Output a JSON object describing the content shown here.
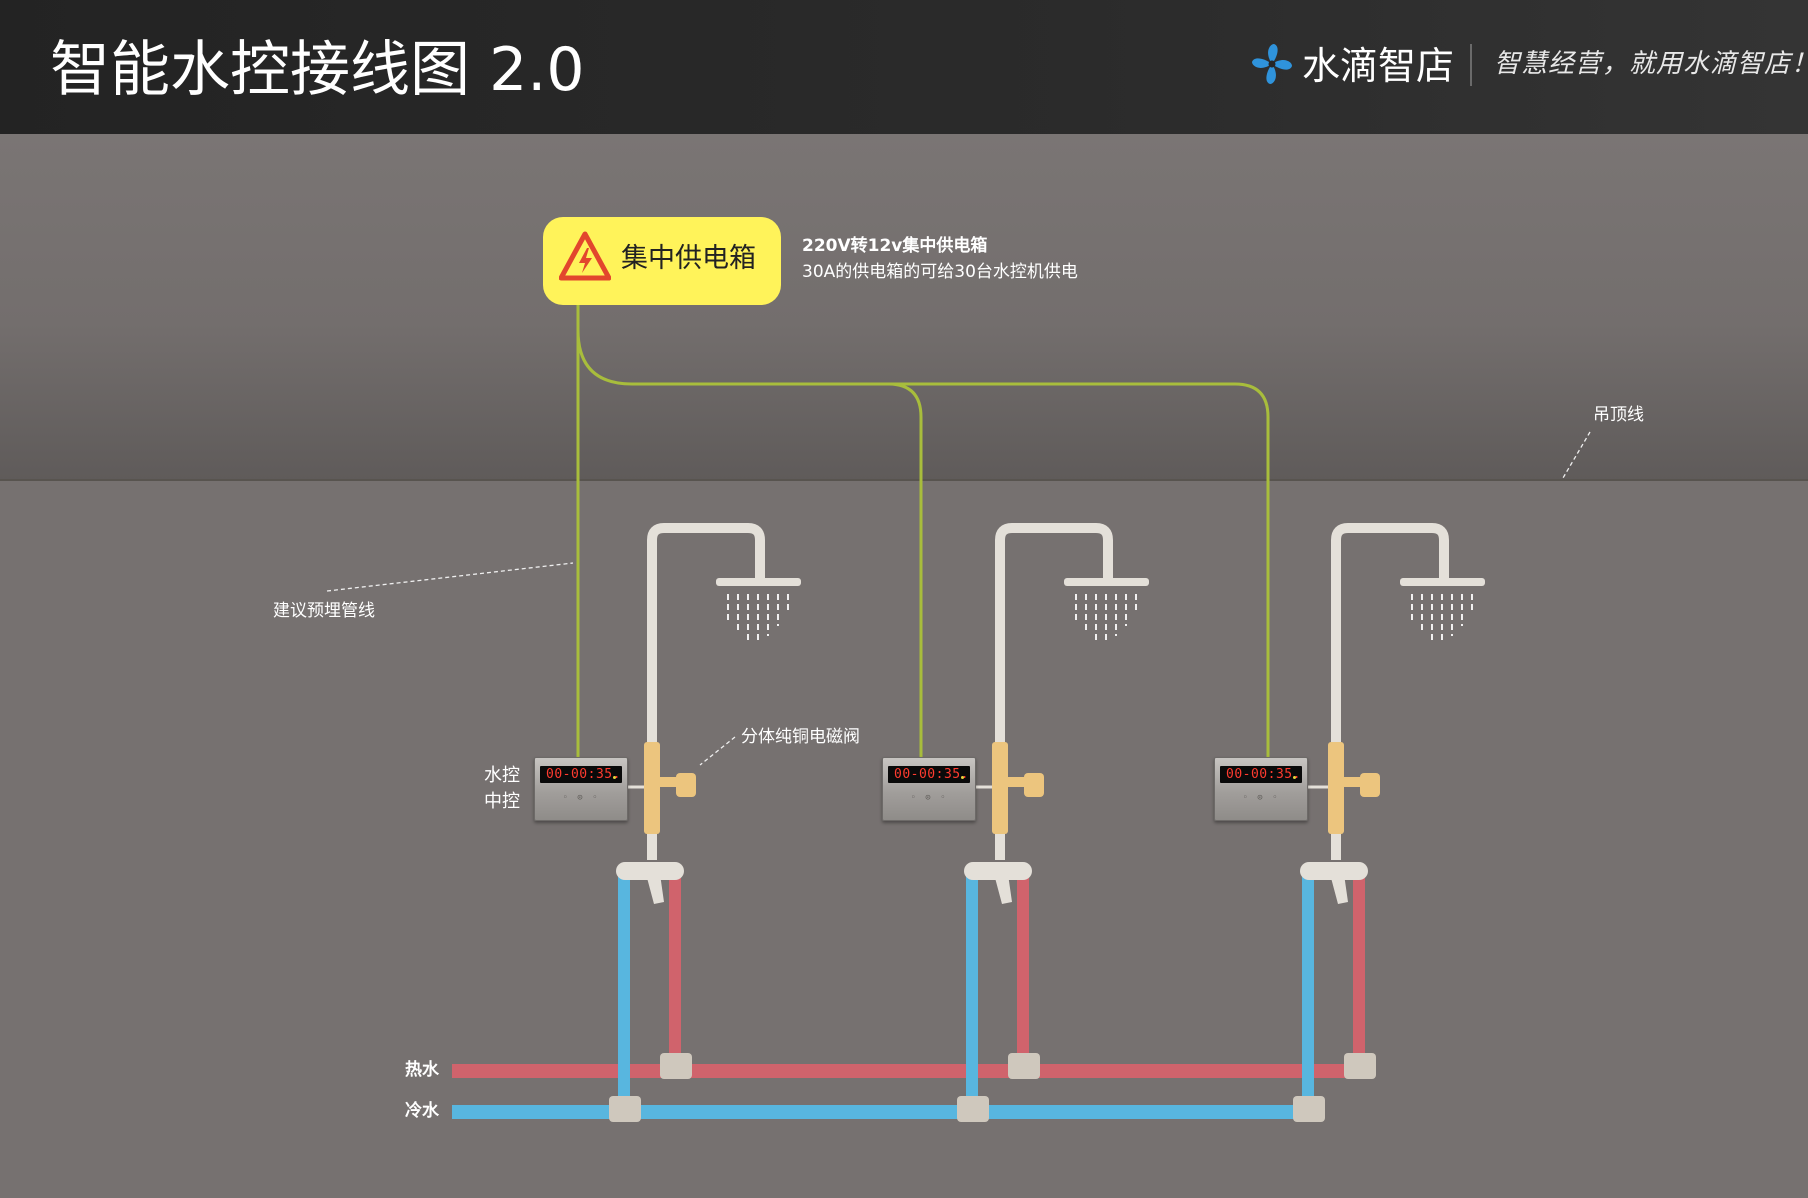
{
  "header": {
    "title": "智能水控接线图 2.0",
    "brand_name": "水滴智店",
    "brand_logo": "water-drop-pinwheel-icon",
    "slogan": "智慧经营，就用水滴智店！"
  },
  "power_box": {
    "label": "集中供电箱",
    "icon": "high-voltage-warning-icon",
    "spec_title": "220V转12v集中供电箱",
    "spec_desc": "30A的供电箱的可给30台水控机供电"
  },
  "labels": {
    "ceiling": "吊顶线",
    "pre_embed": "建议预埋管线",
    "valve": "分体纯铜电磁阀",
    "controller": "水控中控",
    "hot_water": "热水",
    "cold_water": "冷水"
  },
  "units": [
    {
      "display": "00-00:35."
    },
    {
      "display": "00-00:35."
    },
    {
      "display": "00-00:35."
    }
  ],
  "colors": {
    "wire": "#a8bd3c",
    "hot_pipe": "#d0636c",
    "cold_pipe": "#58b6df",
    "box": "#fff35a",
    "valve": "#ecc57e",
    "shower_pipe": "#e4e0d9",
    "header_bg": "#262626",
    "wall": "#767170"
  }
}
